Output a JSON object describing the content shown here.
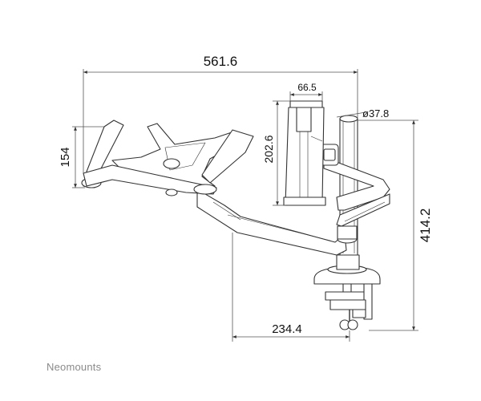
{
  "brand": {
    "name": "Neomounts"
  },
  "dimensions": {
    "total_width": "561.6",
    "laptop_height": "154",
    "tablet_width": "66.5",
    "tablet_height": "202.6",
    "pole_diameter": "ø37.8",
    "total_height": "414.2",
    "base_offset": "234.4"
  },
  "colors": {
    "line": "#333333",
    "dim_line": "#555555",
    "text": "#111111",
    "brand": "#8a8a8a"
  }
}
